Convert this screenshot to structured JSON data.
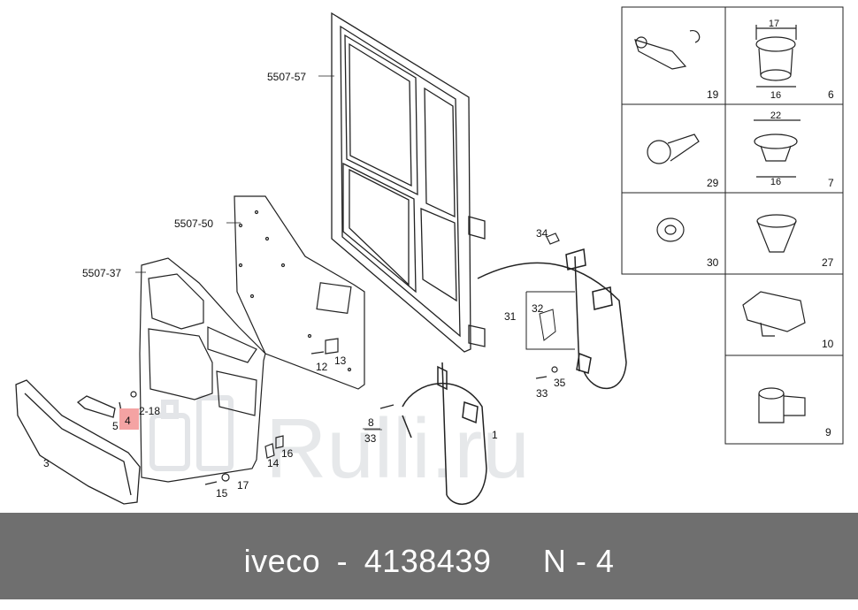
{
  "footer": {
    "brand": "iveco",
    "sep1": "-",
    "part_number": "4138439",
    "ref": "N - 4"
  },
  "watermark": "Rulli.ru",
  "labels": {
    "door_frame": "5507-57",
    "door_panel": "5507-50",
    "trim_panel": "5507-37",
    "p1": "1",
    "p3": "3",
    "p4": "4",
    "p5": "5",
    "p2_18": "2-18",
    "p8": "8",
    "p33a": "33",
    "p12": "12",
    "p13": "13",
    "p14": "14",
    "p15": "15",
    "p16": "16",
    "p17": "17",
    "p31": "31",
    "p32": "32",
    "p33b": "33",
    "p34": "34",
    "p35": "35"
  },
  "inset": {
    "cells": [
      {
        "num": "19"
      },
      {
        "num": "6",
        "top_dim": "17",
        "bottom_dim": "16"
      },
      {
        "num": "29"
      },
      {
        "num": "7",
        "top_dim": "22",
        "bottom_dim": "16"
      },
      {
        "num": "30"
      },
      {
        "num": "27"
      },
      {
        "num": "10"
      },
      {
        "num": "9"
      }
    ]
  },
  "colors": {
    "footer_bg": "#6f6f6f",
    "highlight": "#f4a3a3",
    "line": "#222222"
  }
}
